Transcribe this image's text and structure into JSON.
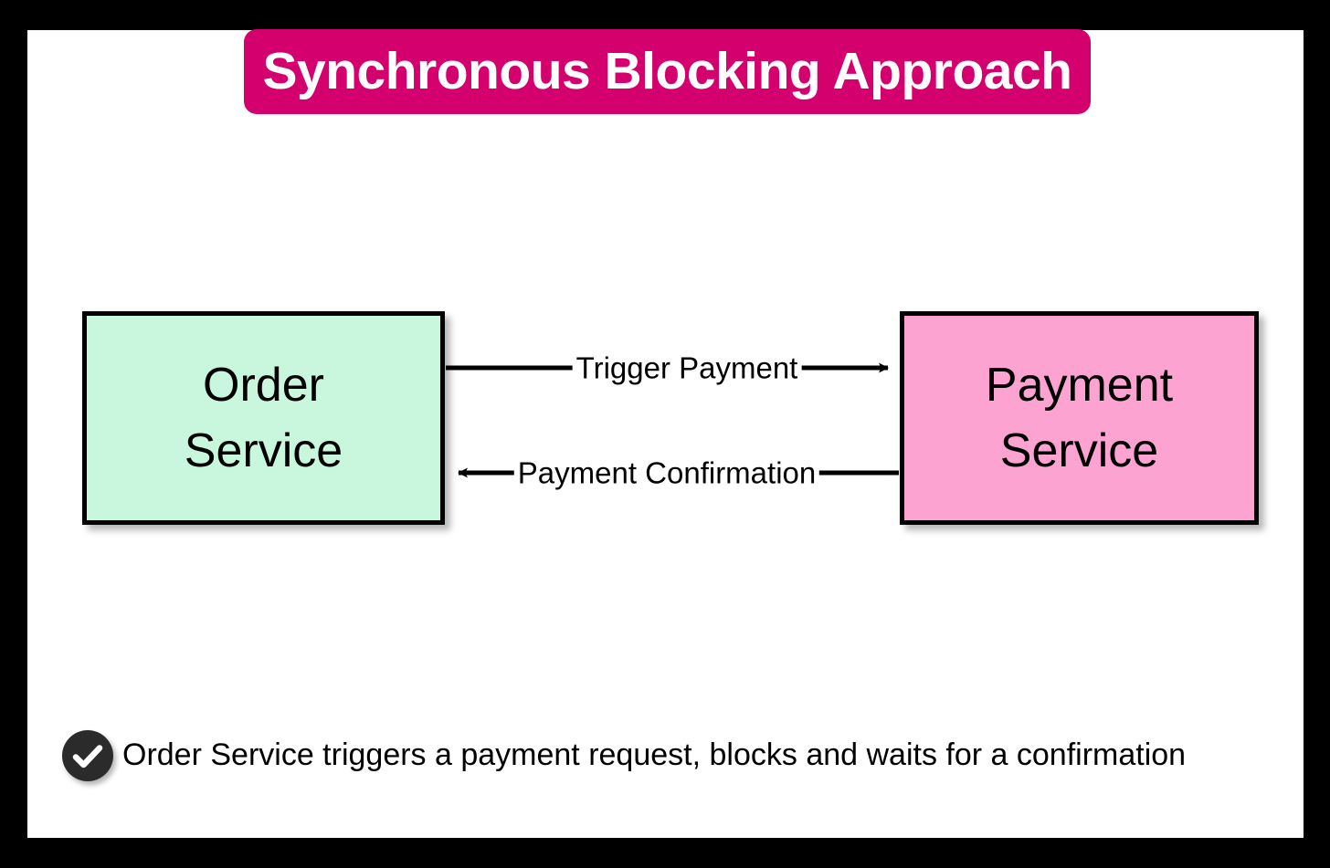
{
  "title": {
    "text": "Synchronous Blocking Approach",
    "background_color": "#d4006e",
    "text_color": "#ffffff"
  },
  "nodes": [
    {
      "id": "order-service",
      "label": "Order\nService",
      "fill_color": "#c9f7de",
      "border_color": "#000000"
    },
    {
      "id": "payment-service",
      "label": "Payment\nService",
      "fill_color": "#fca3d2",
      "border_color": "#000000"
    }
  ],
  "edges": [
    {
      "id": "trigger-payment",
      "label": "Trigger Payment",
      "from": "order-service",
      "to": "payment-service",
      "direction": "right"
    },
    {
      "id": "payment-confirmation",
      "label": "Payment Confirmation",
      "from": "payment-service",
      "to": "order-service",
      "direction": "left"
    }
  ],
  "footer": {
    "icon": "check-circle-icon",
    "text": "Order Service triggers a payment request, blocks and waits for a confirmation",
    "icon_background_color": "#2b2b2b",
    "icon_mark_color": "#ffffff"
  },
  "canvas": {
    "background_color": "#ffffff",
    "frame_color": "#000000"
  }
}
